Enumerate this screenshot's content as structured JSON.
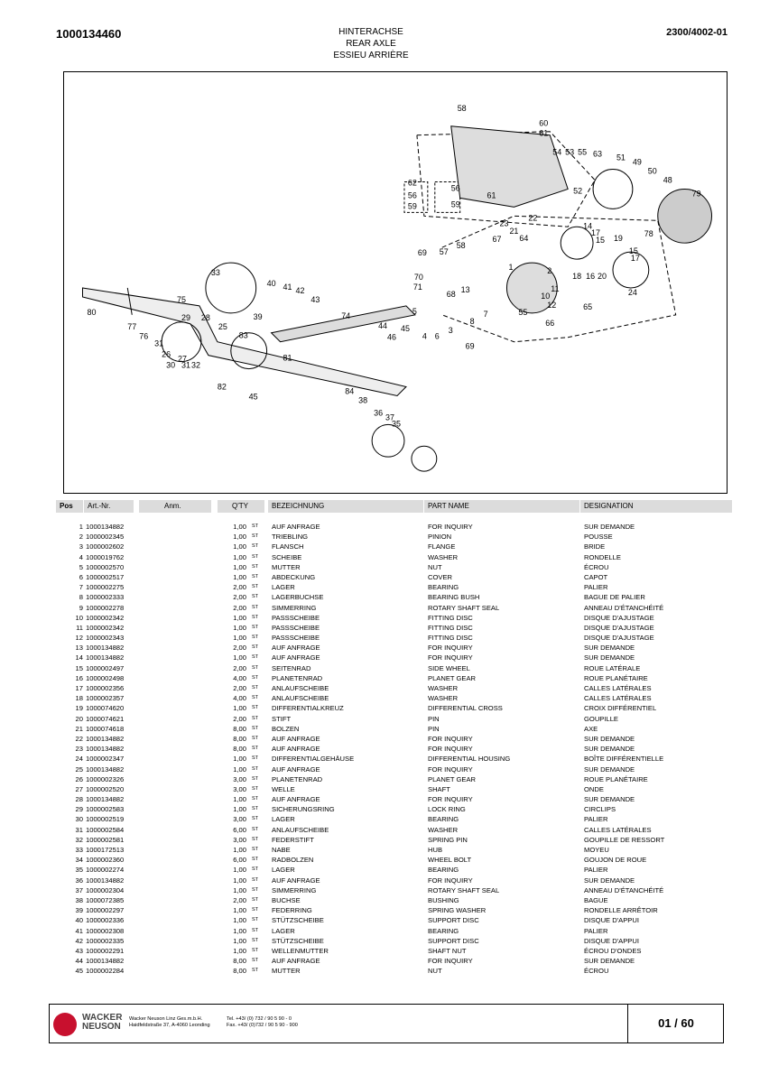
{
  "header": {
    "doc_number": "1000134460",
    "title_de": "HINTERACHSE",
    "title_en": "REAR AXLE",
    "title_fr": "ESSIEU ARRIÈRE",
    "ref": "2300/4002-01"
  },
  "table": {
    "columns": {
      "pos": "Pos",
      "art": "Art.-Nr.",
      "anm": "Anm.",
      "qty": "Q'TY",
      "de": "BEZEICHNUNG",
      "en": "PART NAME",
      "fr": "DESIGNATION"
    },
    "unit": "ST",
    "rows": [
      {
        "pos": "1",
        "art": "1000134882",
        "qty": "1,00",
        "de": "AUF ANFRAGE",
        "en": "FOR INQUIRY",
        "fr": "SUR DEMANDE"
      },
      {
        "pos": "2",
        "art": "1000002345",
        "qty": "1,00",
        "de": "TRIEBLING",
        "en": "PINION",
        "fr": "POUSSE"
      },
      {
        "pos": "3",
        "art": "1000002602",
        "qty": "1,00",
        "de": "FLANSCH",
        "en": "FLANGE",
        "fr": "BRIDE"
      },
      {
        "pos": "4",
        "art": "1000019762",
        "qty": "1,00",
        "de": "SCHEIBE",
        "en": "WASHER",
        "fr": "RONDELLE"
      },
      {
        "pos": "5",
        "art": "1000002570",
        "qty": "1,00",
        "de": "MUTTER",
        "en": "NUT",
        "fr": "ÉCROU"
      },
      {
        "pos": "6",
        "art": "1000002517",
        "qty": "1,00",
        "de": "ABDECKUNG",
        "en": "COVER",
        "fr": "CAPOT"
      },
      {
        "pos": "7",
        "art": "1000002275",
        "qty": "2,00",
        "de": "LAGER",
        "en": "BEARING",
        "fr": "PALIER"
      },
      {
        "pos": "8",
        "art": "1000002333",
        "qty": "2,00",
        "de": "LAGERBUCHSE",
        "en": "BEARING BUSH",
        "fr": "BAGUE DE PALIER"
      },
      {
        "pos": "9",
        "art": "1000002278",
        "qty": "2,00",
        "de": "SIMMERRING",
        "en": "ROTARY SHAFT SEAL",
        "fr": "ANNEAU D'ÉTANCHÉITÉ"
      },
      {
        "pos": "10",
        "art": "1000002342",
        "qty": "1,00",
        "de": "PASSSCHEIBE",
        "en": "FITTING DISC",
        "fr": "DISQUE D'AJUSTAGE"
      },
      {
        "pos": "11",
        "art": "1000002342",
        "qty": "1,00",
        "de": "PASSSCHEIBE",
        "en": "FITTING DISC",
        "fr": "DISQUE D'AJUSTAGE"
      },
      {
        "pos": "12",
        "art": "1000002343",
        "qty": "1,00",
        "de": "PASSSCHEIBE",
        "en": "FITTING DISC",
        "fr": "DISQUE D'AJUSTAGE"
      },
      {
        "pos": "13",
        "art": "1000134882",
        "qty": "2,00",
        "de": "AUF ANFRAGE",
        "en": "FOR INQUIRY",
        "fr": "SUR DEMANDE"
      },
      {
        "pos": "14",
        "art": "1000134882",
        "qty": "1,00",
        "de": "AUF ANFRAGE",
        "en": "FOR INQUIRY",
        "fr": "SUR DEMANDE"
      },
      {
        "pos": "15",
        "art": "1000002497",
        "qty": "2,00",
        "de": "SEITENRAD",
        "en": "SIDE WHEEL",
        "fr": "ROUE LATÉRALE"
      },
      {
        "pos": "16",
        "art": "1000002498",
        "qty": "4,00",
        "de": "PLANETENRAD",
        "en": "PLANET GEAR",
        "fr": "ROUE PLANÉTAIRE"
      },
      {
        "pos": "17",
        "art": "1000002356",
        "qty": "2,00",
        "de": "ANLAUFSCHEIBE",
        "en": "WASHER",
        "fr": "CALLES LATÉRALES"
      },
      {
        "pos": "18",
        "art": "1000002357",
        "qty": "4,00",
        "de": "ANLAUFSCHEIBE",
        "en": "WASHER",
        "fr": "CALLES LATÉRALES"
      },
      {
        "pos": "19",
        "art": "1000074620",
        "qty": "1,00",
        "de": "DIFFERENTIALKREUZ",
        "en": "DIFFERENTIAL CROSS",
        "fr": "CROIX DIFFÉRENTIEL"
      },
      {
        "pos": "20",
        "art": "1000074621",
        "qty": "2,00",
        "de": "STIFT",
        "en": "PIN",
        "fr": "GOUPILLE"
      },
      {
        "pos": "21",
        "art": "1000074618",
        "qty": "8,00",
        "de": "BOLZEN",
        "en": "PIN",
        "fr": "AXE"
      },
      {
        "pos": "22",
        "art": "1000134882",
        "qty": "8,00",
        "de": "AUF ANFRAGE",
        "en": "FOR INQUIRY",
        "fr": "SUR DEMANDE"
      },
      {
        "pos": "23",
        "art": "1000134882",
        "qty": "8,00",
        "de": "AUF ANFRAGE",
        "en": "FOR INQUIRY",
        "fr": "SUR DEMANDE"
      },
      {
        "pos": "24",
        "art": "1000002347",
        "qty": "1,00",
        "de": "DIFFERENTIALGEHÄUSE",
        "en": "DIFFERENTIAL HOUSING",
        "fr": "BOÎTE DIFFÉRENTIELLE"
      },
      {
        "pos": "25",
        "art": "1000134882",
        "qty": "1,00",
        "de": "AUF ANFRAGE",
        "en": "FOR INQUIRY",
        "fr": "SUR DEMANDE"
      },
      {
        "pos": "26",
        "art": "1000002326",
        "qty": "3,00",
        "de": "PLANETENRAD",
        "en": "PLANET GEAR",
        "fr": "ROUE PLANÉTAIRE"
      },
      {
        "pos": "27",
        "art": "1000002520",
        "qty": "3,00",
        "de": "WELLE",
        "en": "SHAFT",
        "fr": "ONDE"
      },
      {
        "pos": "28",
        "art": "1000134882",
        "qty": "1,00",
        "de": "AUF ANFRAGE",
        "en": "FOR INQUIRY",
        "fr": "SUR DEMANDE"
      },
      {
        "pos": "29",
        "art": "1000002583",
        "qty": "1,00",
        "de": "SICHERUNGSRING",
        "en": "LOCK RING",
        "fr": "CIRCLIPS"
      },
      {
        "pos": "30",
        "art": "1000002519",
        "qty": "3,00",
        "de": "LAGER",
        "en": "BEARING",
        "fr": "PALIER"
      },
      {
        "pos": "31",
        "art": "1000002584",
        "qty": "6,00",
        "de": "ANLAUFSCHEIBE",
        "en": "WASHER",
        "fr": "CALLES LATÉRALES"
      },
      {
        "pos": "32",
        "art": "1000002581",
        "qty": "3,00",
        "de": "FEDERSTIFT",
        "en": "SPRING PIN",
        "fr": "GOUPILLE DE RESSORT"
      },
      {
        "pos": "33",
        "art": "1000172513",
        "qty": "1,00",
        "de": "NABE",
        "en": "HUB",
        "fr": "MOYEU"
      },
      {
        "pos": "34",
        "art": "1000002360",
        "qty": "6,00",
        "de": "RADBOLZEN",
        "en": "WHEEL BOLT",
        "fr": "GOUJON DE ROUE"
      },
      {
        "pos": "35",
        "art": "1000002274",
        "qty": "1,00",
        "de": "LAGER",
        "en": "BEARING",
        "fr": "PALIER"
      },
      {
        "pos": "36",
        "art": "1000134882",
        "qty": "1,00",
        "de": "AUF ANFRAGE",
        "en": "FOR INQUIRY",
        "fr": "SUR DEMANDE"
      },
      {
        "pos": "37",
        "art": "1000002304",
        "qty": "1,00",
        "de": "SIMMERRING",
        "en": "ROTARY SHAFT SEAL",
        "fr": "ANNEAU D'ÉTANCHÉITÉ"
      },
      {
        "pos": "38",
        "art": "1000072385",
        "qty": "2,00",
        "de": "BUCHSE",
        "en": "BUSHING",
        "fr": "BAGUE"
      },
      {
        "pos": "39",
        "art": "1000002297",
        "qty": "1,00",
        "de": "FEDERRING",
        "en": "SPRING WASHER",
        "fr": "RONDELLE ARRÊTOIR"
      },
      {
        "pos": "40",
        "art": "1000002336",
        "qty": "1,00",
        "de": "STÜTZSCHEIBE",
        "en": "SUPPORT DISC",
        "fr": "DISQUE D'APPUI"
      },
      {
        "pos": "41",
        "art": "1000002308",
        "qty": "1,00",
        "de": "LAGER",
        "en": "BEARING",
        "fr": "PALIER"
      },
      {
        "pos": "42",
        "art": "1000002335",
        "qty": "1,00",
        "de": "STÜTZSCHEIBE",
        "en": "SUPPORT DISC",
        "fr": "DISQUE D'APPUI"
      },
      {
        "pos": "43",
        "art": "1000002291",
        "qty": "1,00",
        "de": "WELLENMUTTER",
        "en": "SHAFT NUT",
        "fr": "ÉCROU D'ONDES"
      },
      {
        "pos": "44",
        "art": "1000134882",
        "qty": "8,00",
        "de": "AUF ANFRAGE",
        "en": "FOR INQUIRY",
        "fr": "SUR DEMANDE"
      },
      {
        "pos": "45",
        "art": "1000002284",
        "qty": "8,00",
        "de": "MUTTER",
        "en": "NUT",
        "fr": "ÉCROU"
      }
    ]
  },
  "footer": {
    "logo_line1": "WACKER",
    "logo_line2": "NEUSON",
    "company": "Wacker Neuson Linz Ges.m.b.H.",
    "address": "Haidfeldstraße 37, A-4060 Leonding",
    "tel": "Tel. +43/ (0) 732 / 90 5 90 - 0",
    "fax": "Fax. +43/ (0)732 / 90 5 90 - 900",
    "page": "01 / 60",
    "logo_color": "#c8102e"
  },
  "drawing": {
    "callouts": [
      "58",
      "60",
      "61",
      "54",
      "53",
      "55",
      "63",
      "51",
      "49",
      "50",
      "48",
      "79",
      "78",
      "62",
      "56",
      "59",
      "56",
      "59",
      "61",
      "52",
      "22",
      "23",
      "21",
      "64",
      "14",
      "17",
      "15",
      "19",
      "15",
      "17",
      "67",
      "58",
      "57",
      "69",
      "1",
      "2",
      "18",
      "16",
      "20",
      "24",
      "70",
      "71",
      "68",
      "13",
      "10",
      "11",
      "12",
      "65",
      "55",
      "66",
      "8",
      "7",
      "5",
      "4",
      "6",
      "3",
      "69",
      "33",
      "40",
      "41",
      "42",
      "43",
      "39",
      "74",
      "75",
      "80",
      "29",
      "28",
      "77",
      "76",
      "25",
      "83",
      "31",
      "26",
      "27",
      "30",
      "31",
      "32",
      "44",
      "45",
      "46",
      "81",
      "84",
      "82",
      "45",
      "38",
      "36",
      "37",
      "35"
    ]
  }
}
